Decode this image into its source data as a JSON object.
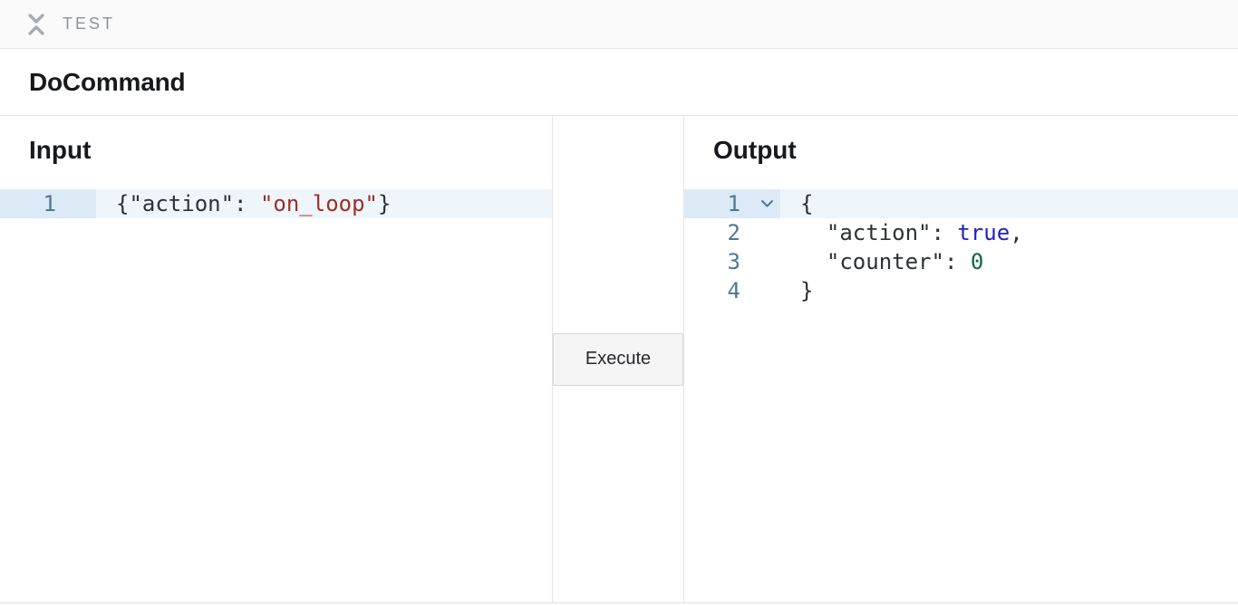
{
  "header": {
    "label": "TEST"
  },
  "command_title": "DoCommand",
  "execute_button": "Execute",
  "input_panel": {
    "title": "Input",
    "active_line": "1",
    "lines": [
      {
        "number": "1",
        "foldable": false,
        "segments": [
          {
            "type": "plain",
            "text": "{\"action\": "
          },
          {
            "type": "string",
            "text": "\"on_loop\""
          },
          {
            "type": "plain",
            "text": "}"
          }
        ]
      }
    ]
  },
  "output_panel": {
    "title": "Output",
    "active_line": "1",
    "lines": [
      {
        "number": "1",
        "foldable": true,
        "segments": [
          {
            "type": "plain",
            "text": "{"
          }
        ]
      },
      {
        "number": "2",
        "foldable": false,
        "segments": [
          {
            "type": "plain",
            "text": "  \"action\": "
          },
          {
            "type": "bool",
            "text": "true"
          },
          {
            "type": "plain",
            "text": ","
          }
        ]
      },
      {
        "number": "3",
        "foldable": false,
        "segments": [
          {
            "type": "plain",
            "text": "  \"counter\": "
          },
          {
            "type": "number",
            "text": "0"
          }
        ]
      },
      {
        "number": "4",
        "foldable": false,
        "segments": [
          {
            "type": "plain",
            "text": "}"
          }
        ]
      }
    ]
  },
  "colors": {
    "string": "#a32c24",
    "bool": "#2521b8",
    "number": "#116644",
    "line_number": "#4d7795",
    "active_gutter": "#dceaf7",
    "active_line": "#eef6fc",
    "header_bg": "#fafafa",
    "border": "#e5e5e8"
  }
}
